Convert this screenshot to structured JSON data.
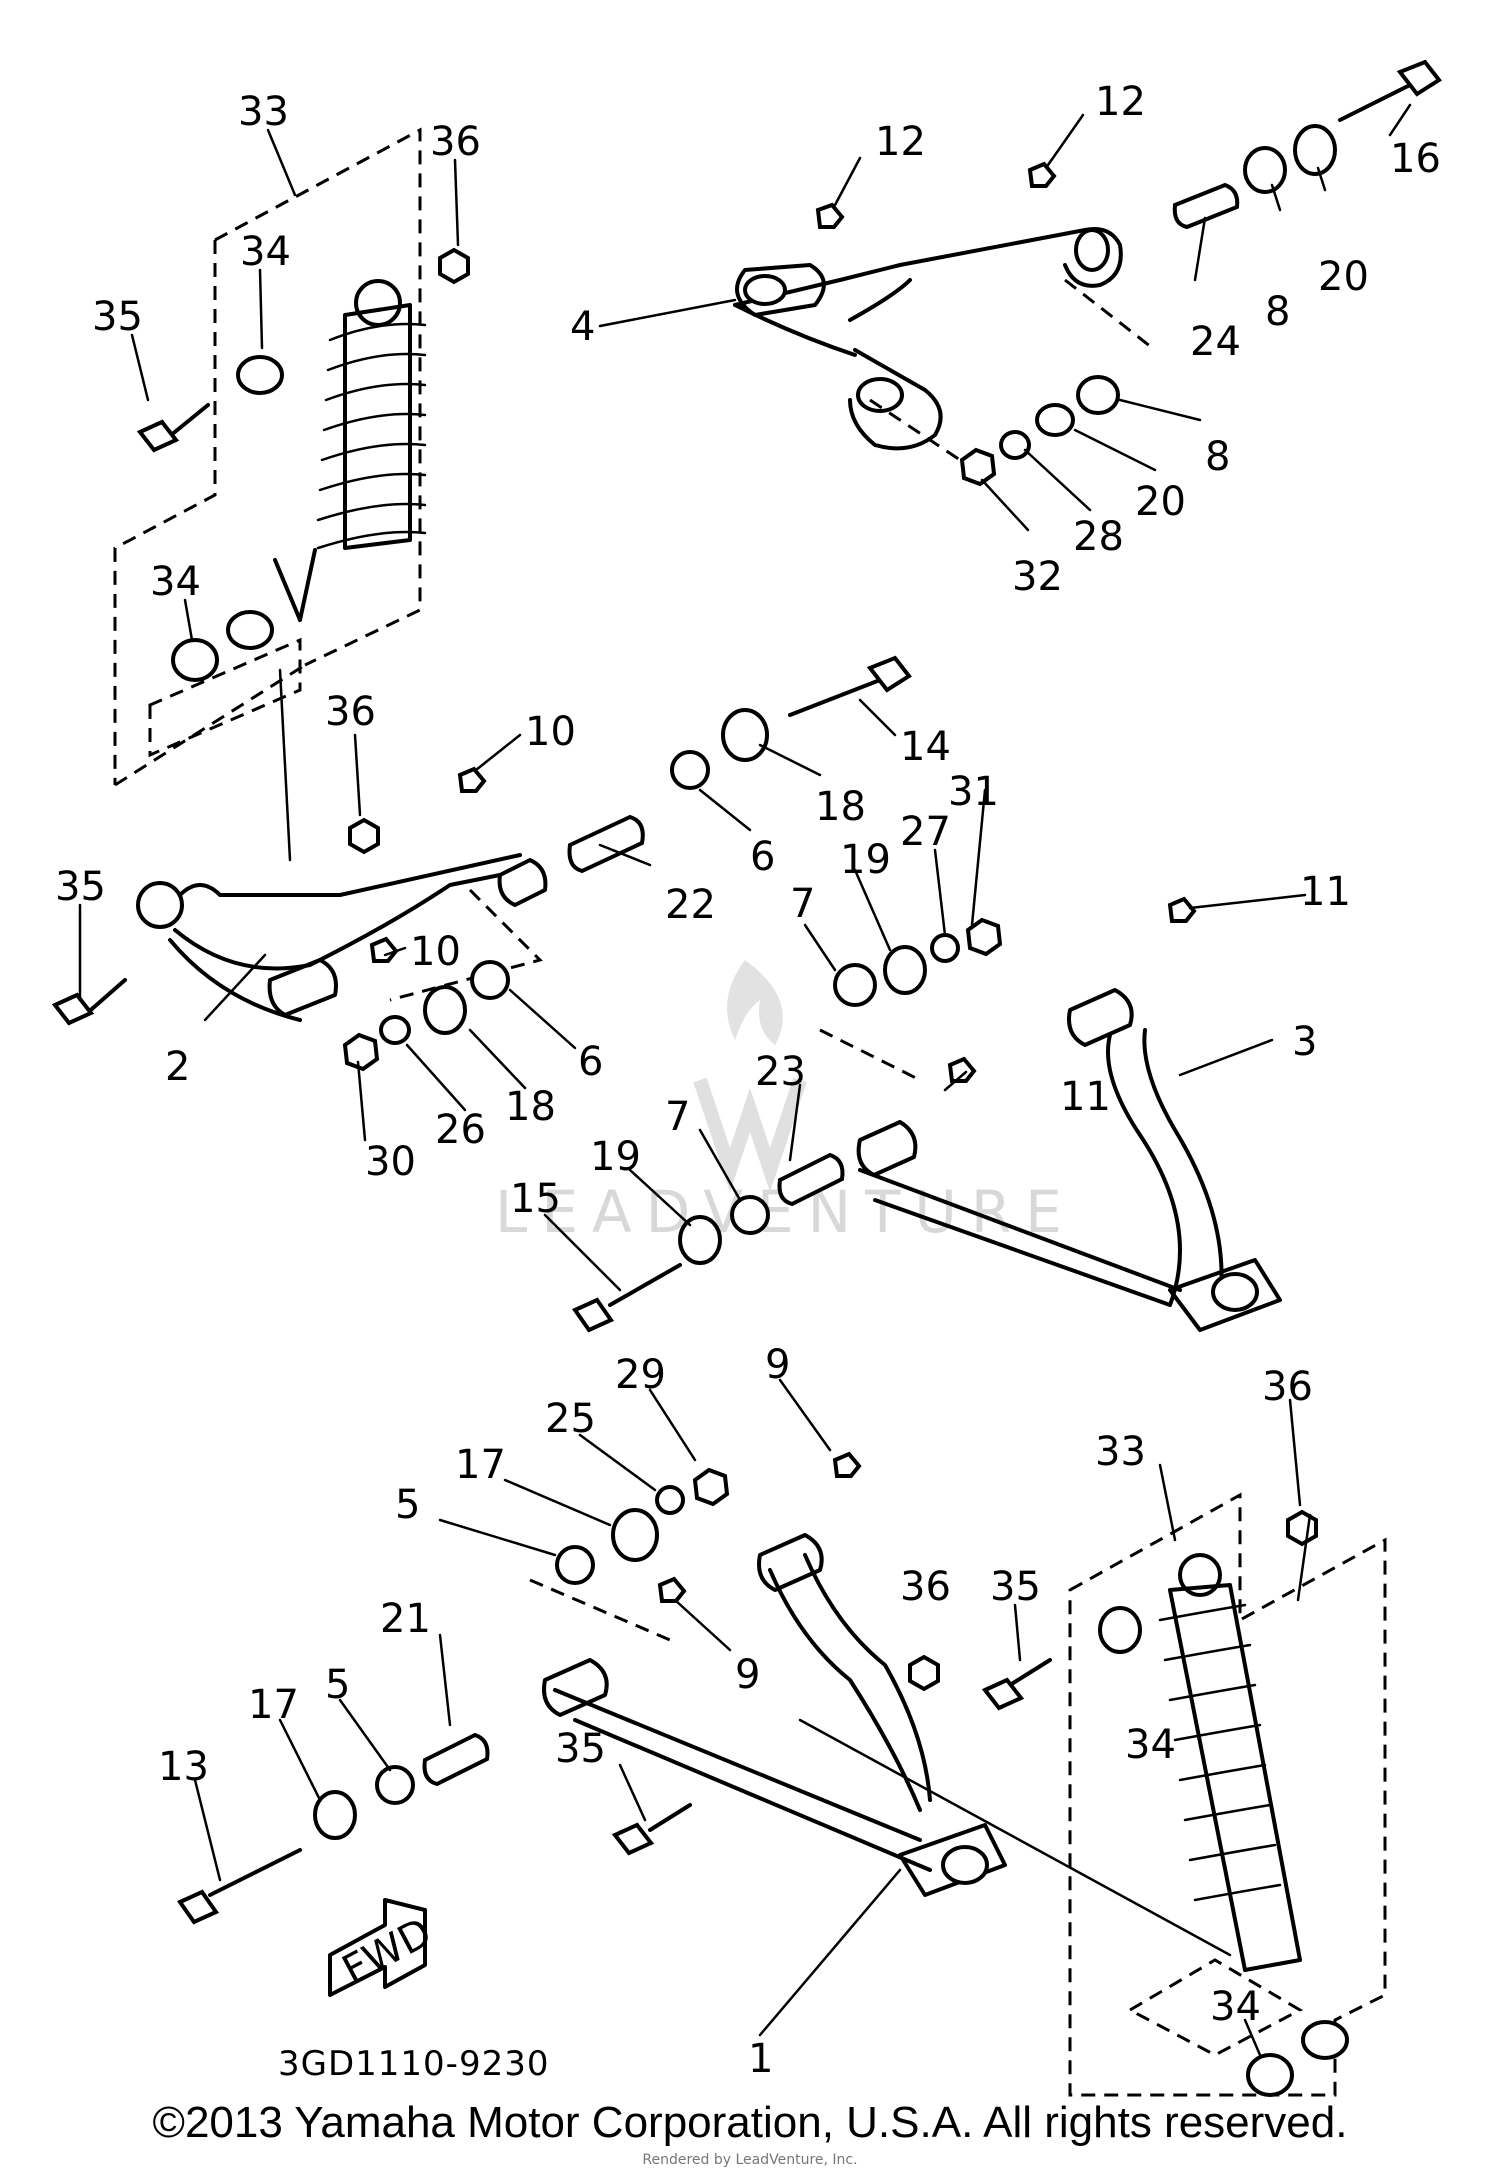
{
  "diagram": {
    "code": "3GD1110-9230",
    "fwd_label": "FWD",
    "watermark": "LEADVENTURE",
    "copyright": "©2013 Yamaha Motor Corporation, U.S.A. All rights reserved.",
    "rendered_by": "Rendered by LeadVenture, Inc."
  },
  "callouts": [
    {
      "id": "c33a",
      "label": "33"
    },
    {
      "id": "c36a",
      "label": "36"
    },
    {
      "id": "c34a",
      "label": "34"
    },
    {
      "id": "c35a",
      "label": "35"
    },
    {
      "id": "c34b",
      "label": "34"
    },
    {
      "id": "c12a",
      "label": "12"
    },
    {
      "id": "c12b",
      "label": "12"
    },
    {
      "id": "c16",
      "label": "16"
    },
    {
      "id": "c4",
      "label": "4"
    },
    {
      "id": "c20a",
      "label": "20"
    },
    {
      "id": "c8a",
      "label": "8"
    },
    {
      "id": "c24",
      "label": "24"
    },
    {
      "id": "c8b",
      "label": "8"
    },
    {
      "id": "c20b",
      "label": "20"
    },
    {
      "id": "c28",
      "label": "28"
    },
    {
      "id": "c32",
      "label": "32"
    },
    {
      "id": "c36b",
      "label": "36"
    },
    {
      "id": "c10a",
      "label": "10"
    },
    {
      "id": "c14",
      "label": "14"
    },
    {
      "id": "c18a",
      "label": "18"
    },
    {
      "id": "c6a",
      "label": "6"
    },
    {
      "id": "c22",
      "label": "22"
    },
    {
      "id": "c31",
      "label": "31"
    },
    {
      "id": "c27",
      "label": "27"
    },
    {
      "id": "c19a",
      "label": "19"
    },
    {
      "id": "c7a",
      "label": "7"
    },
    {
      "id": "c35b",
      "label": "35"
    },
    {
      "id": "c10b",
      "label": "10"
    },
    {
      "id": "c11a",
      "label": "11"
    },
    {
      "id": "c3",
      "label": "3"
    },
    {
      "id": "c6b",
      "label": "6"
    },
    {
      "id": "c18b",
      "label": "18"
    },
    {
      "id": "c11b",
      "label": "11"
    },
    {
      "id": "c2",
      "label": "2"
    },
    {
      "id": "c30",
      "label": "30"
    },
    {
      "id": "c26",
      "label": "26"
    },
    {
      "id": "c23",
      "label": "23"
    },
    {
      "id": "c7b",
      "label": "7"
    },
    {
      "id": "c19b",
      "label": "19"
    },
    {
      "id": "c15",
      "label": "15"
    },
    {
      "id": "c29",
      "label": "29"
    },
    {
      "id": "c9a",
      "label": "9"
    },
    {
      "id": "c25",
      "label": "25"
    },
    {
      "id": "c17a",
      "label": "17"
    },
    {
      "id": "c5a",
      "label": "5"
    },
    {
      "id": "c33b",
      "label": "33"
    },
    {
      "id": "c36c",
      "label": "36"
    },
    {
      "id": "c36d",
      "label": "36"
    },
    {
      "id": "c35c",
      "label": "35"
    },
    {
      "id": "c9b",
      "label": "9"
    },
    {
      "id": "c21",
      "label": "21"
    },
    {
      "id": "c5b",
      "label": "5"
    },
    {
      "id": "c17b",
      "label": "17"
    },
    {
      "id": "c34c",
      "label": "34"
    },
    {
      "id": "c13",
      "label": "13"
    },
    {
      "id": "c35d",
      "label": "35"
    },
    {
      "id": "c1",
      "label": "1"
    },
    {
      "id": "c34d",
      "label": "34"
    }
  ]
}
